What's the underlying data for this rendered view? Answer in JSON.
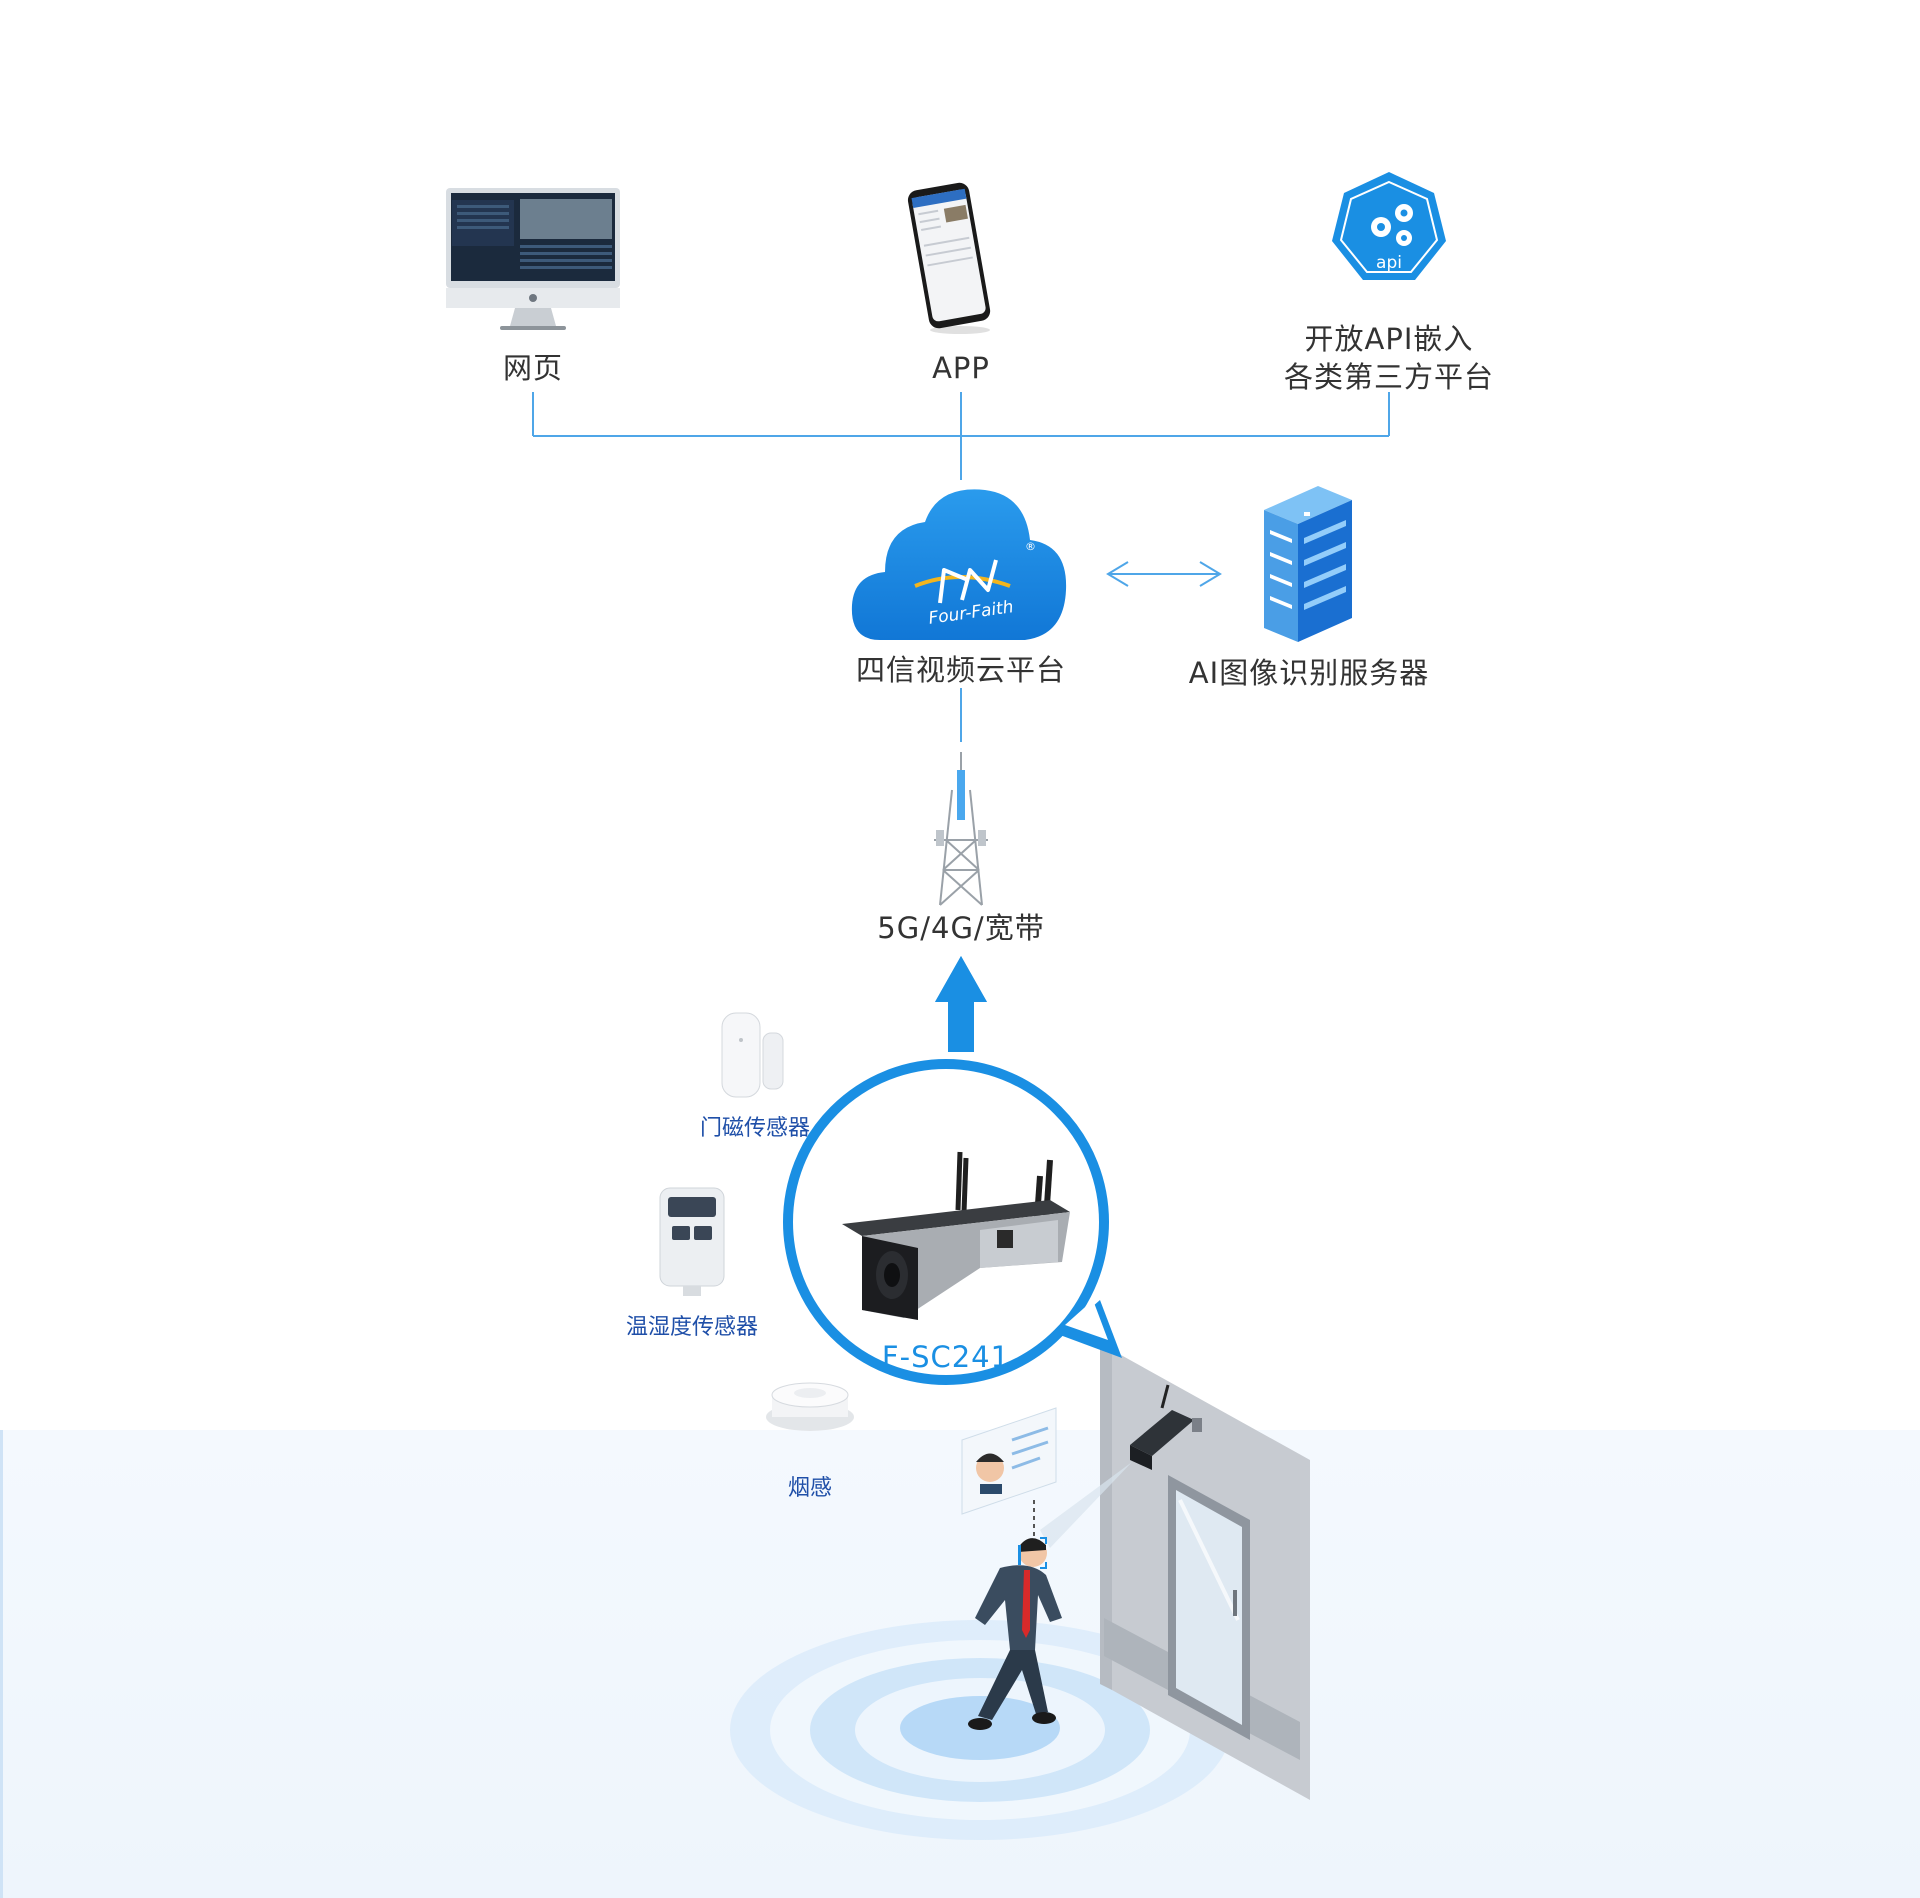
{
  "colors": {
    "accent": "#1a8fe3",
    "line": "#4fa6e8",
    "text": "#333333",
    "sensor_text": "#1f4fa8",
    "floor": "#f1f7fd"
  },
  "nodes": {
    "web": {
      "label": "网页"
    },
    "app": {
      "label": "APP"
    },
    "api": {
      "label": "开放API嵌入\n各类第三方平台",
      "badge": "api"
    },
    "cloud": {
      "label": "四信视频云平台",
      "logo_text": "Four-Faith",
      "registered": "®"
    },
    "ai_server": {
      "label": "AI图像识别服务器"
    },
    "tower": {
      "label": "5G/4G/宽带"
    },
    "camera": {
      "label": "F-SC241"
    }
  },
  "sensors": [
    {
      "label": "门磁传感器",
      "icon": "door-sensor-icon"
    },
    {
      "label": "温湿度传感器",
      "icon": "temperature-humidity-sensor-icon"
    },
    {
      "label": "烟感",
      "icon": "smoke-detector-icon"
    }
  ]
}
